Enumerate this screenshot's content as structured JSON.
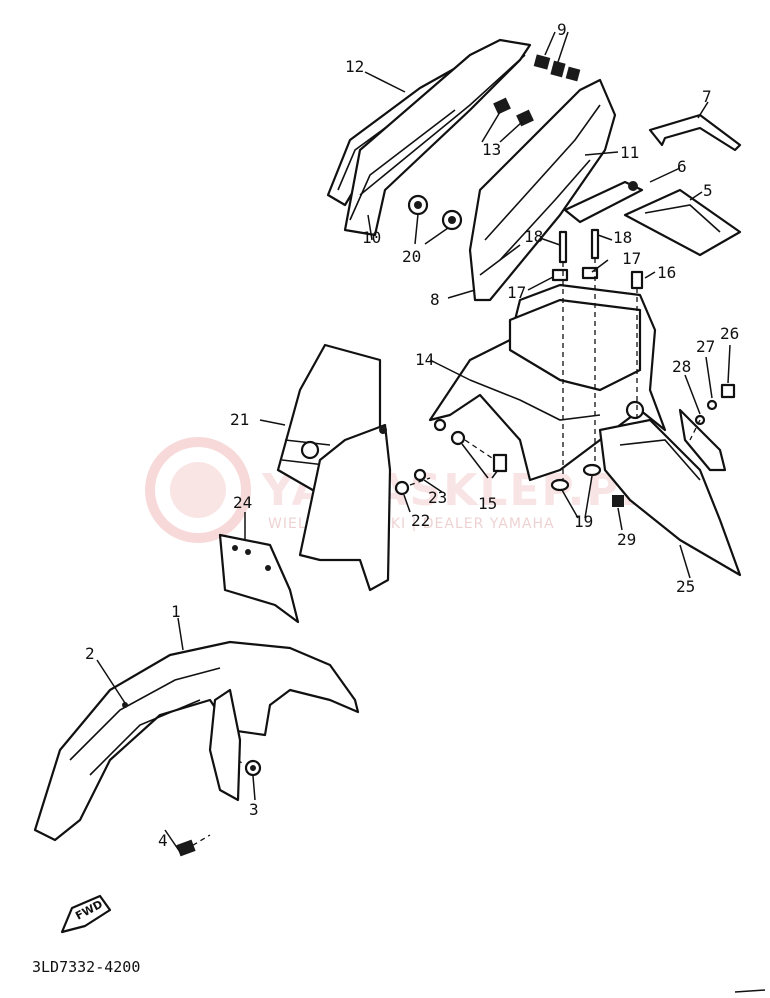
{
  "diagram": {
    "drawing_code": "3LD7332-4200",
    "fwd_label": "FWD",
    "watermark": {
      "title": "YAMASKLEP.PL",
      "subtitle": "WIELKIECHOWSKI | DEALER YAMAHA",
      "color": "#e05050"
    },
    "callouts": [
      "1",
      "2",
      "3",
      "4",
      "5",
      "6",
      "7",
      "8",
      "9",
      "10",
      "11",
      "12",
      "13",
      "14",
      "15",
      "16",
      "17",
      "17",
      "18",
      "18",
      "19",
      "20",
      "21",
      "22",
      "23",
      "24",
      "25",
      "26",
      "27",
      "28",
      "29"
    ]
  }
}
